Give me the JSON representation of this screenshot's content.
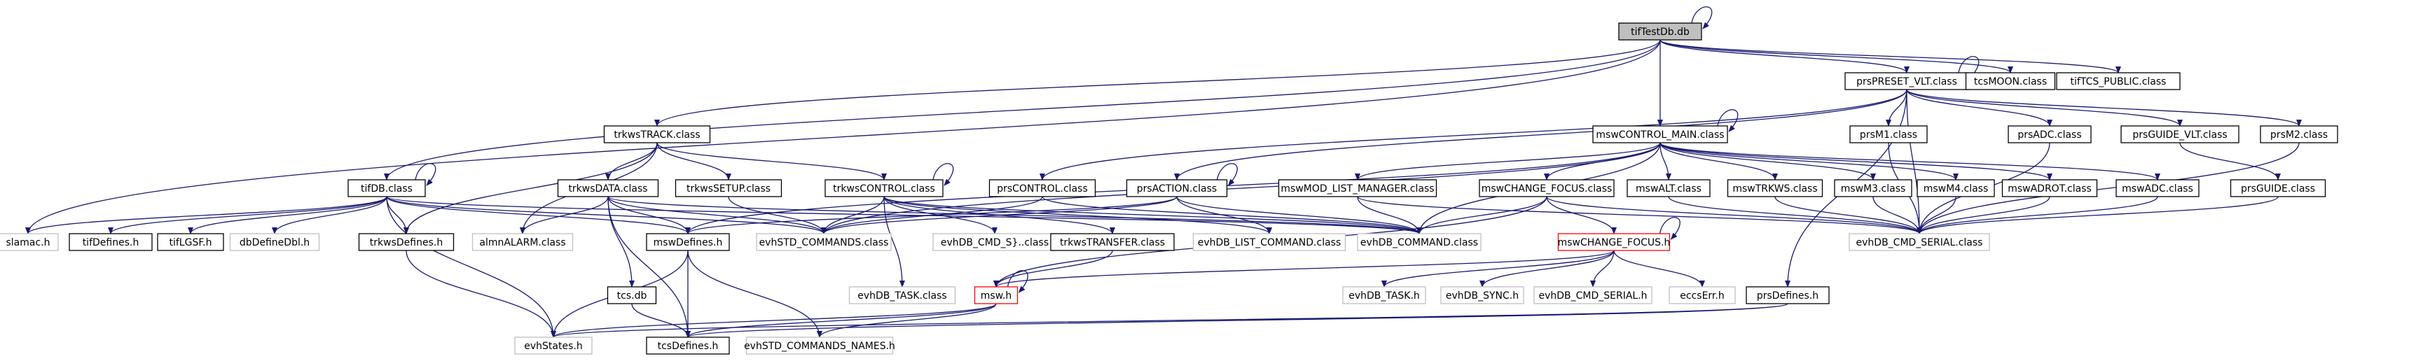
{
  "colors": {
    "edge": "#191970",
    "text": "#000000",
    "node_border": "#000000",
    "node_border_missing": "#bfbfbf",
    "node_border_red": "#ff0000",
    "highlight_fill": "#bfbfbf"
  },
  "nodes": [
    {
      "id": "tifTestDb",
      "label": "tifTestDb.db",
      "style": "highlight"
    },
    {
      "id": "prsPRESET",
      "label": "prsPRESET_VLT.class",
      "style": "normal"
    },
    {
      "id": "tcsMOON",
      "label": "tcsMOON.class",
      "style": "normal"
    },
    {
      "id": "tifTCS_PUBLIC",
      "label": "tifTCS_PUBLIC.class",
      "style": "normal"
    },
    {
      "id": "trkwsTRACK",
      "label": "trkwsTRACK.class",
      "style": "normal"
    },
    {
      "id": "mswCONTROL",
      "label": "mswCONTROL_MAIN.class",
      "style": "normal"
    },
    {
      "id": "prsM1",
      "label": "prsM1.class",
      "style": "normal"
    },
    {
      "id": "prsADC",
      "label": "prsADC.class",
      "style": "normal"
    },
    {
      "id": "prsGUIDE_VLT",
      "label": "prsGUIDE_VLT.class",
      "style": "normal"
    },
    {
      "id": "prsM2",
      "label": "prsM2.class",
      "style": "normal"
    },
    {
      "id": "tifDB",
      "label": "tifDB.class",
      "style": "normal"
    },
    {
      "id": "trkwsDATA",
      "label": "trkwsDATA.class",
      "style": "normal"
    },
    {
      "id": "trkwsSETUP",
      "label": "trkwsSETUP.class",
      "style": "normal"
    },
    {
      "id": "trkwsCONTROL",
      "label": "trkwsCONTROL.class",
      "style": "normal"
    },
    {
      "id": "prsCONTROL",
      "label": "prsCONTROL.class",
      "style": "normal"
    },
    {
      "id": "prsACTION",
      "label": "prsACTION.class",
      "style": "normal"
    },
    {
      "id": "mswMOD_LIST",
      "label": "mswMOD_LIST_MANAGER.class",
      "style": "normal"
    },
    {
      "id": "mswCHANGE_class",
      "label": "mswCHANGE_FOCUS.class",
      "style": "normal"
    },
    {
      "id": "mswALT",
      "label": "mswALT.class",
      "style": "normal"
    },
    {
      "id": "mswTRKWS",
      "label": "mswTRKWS.class",
      "style": "normal"
    },
    {
      "id": "mswM3",
      "label": "mswM3.class",
      "style": "normal"
    },
    {
      "id": "mswM4",
      "label": "mswM4.class",
      "style": "normal"
    },
    {
      "id": "mswADROT",
      "label": "mswADROT.class",
      "style": "normal"
    },
    {
      "id": "mswADC",
      "label": "mswADC.class",
      "style": "normal"
    },
    {
      "id": "prsGUIDE",
      "label": "prsGUIDE.class",
      "style": "normal"
    },
    {
      "id": "slamac",
      "label": "slamac.h",
      "style": "missing"
    },
    {
      "id": "tifDefines",
      "label": "tifDefines.h",
      "style": "normal"
    },
    {
      "id": "tifLGSF",
      "label": "tifLGSF.h",
      "style": "normal"
    },
    {
      "id": "dbDefineDbl",
      "label": "dbDefineDbl.h",
      "style": "missing"
    },
    {
      "id": "trkwsDefines",
      "label": "trkwsDefines.h",
      "style": "normal"
    },
    {
      "id": "almnALARM",
      "label": "almnALARM.class",
      "style": "missing"
    },
    {
      "id": "mswDefines",
      "label": "mswDefines.h",
      "style": "normal"
    },
    {
      "id": "evhSTD_COMMANDS",
      "label": "evhSTD_COMMANDS.class",
      "style": "missing"
    },
    {
      "id": "evhDB_CMD_S",
      "label": "evhDB_CMD_S}..class",
      "style": "missing"
    },
    {
      "id": "trkwsTRANSFER",
      "label": "trkwsTRANSFER.class",
      "style": "normal"
    },
    {
      "id": "evhDB_LIST",
      "label": "evhDB_LIST_COMMAND.class",
      "style": "missing"
    },
    {
      "id": "evhDB_COMMAND",
      "label": "evhDB_COMMAND.class",
      "style": "missing"
    },
    {
      "id": "mswCHANGE_h",
      "label": "mswCHANGE_FOCUS.h",
      "style": "red"
    },
    {
      "id": "evhDB_CMD_SERIAL_class",
      "label": "evhDB_CMD_SERIAL.class",
      "style": "missing"
    },
    {
      "id": "tcsdb",
      "label": "tcs.db",
      "style": "normal"
    },
    {
      "id": "evhDB_TASK_class",
      "label": "evhDB_TASK.class",
      "style": "missing"
    },
    {
      "id": "mswh",
      "label": "msw.h",
      "style": "red"
    },
    {
      "id": "evhDB_TASK_h",
      "label": "evhDB_TASK.h",
      "style": "missing"
    },
    {
      "id": "evhDB_SYNC",
      "label": "evhDB_SYNC.h",
      "style": "missing"
    },
    {
      "id": "evhDB_CMD_SERIAL_h",
      "label": "evhDB_CMD_SERIAL.h",
      "style": "missing"
    },
    {
      "id": "eccsErr",
      "label": "eccsErr.h",
      "style": "missing"
    },
    {
      "id": "prsDefines",
      "label": "prsDefines.h",
      "style": "normal"
    },
    {
      "id": "evhStates",
      "label": "evhStates.h",
      "style": "missing"
    },
    {
      "id": "tcsDefines",
      "label": "tcsDefines.h",
      "style": "normal"
    },
    {
      "id": "evhSTD_NAMES",
      "label": "evhSTD_COMMANDS_NAMES.h",
      "style": "missing"
    }
  ],
  "edges": [
    [
      "tifTestDb",
      "tifTestDb"
    ],
    [
      "tifTestDb",
      "prsPRESET"
    ],
    [
      "tifTestDb",
      "tcsMOON"
    ],
    [
      "tifTestDb",
      "tifTCS_PUBLIC"
    ],
    [
      "tifTestDb",
      "trkwsTRACK"
    ],
    [
      "tifTestDb",
      "mswCONTROL"
    ],
    [
      "tifTestDb",
      "tifDB"
    ],
    [
      "tifTestDb",
      "slamac"
    ],
    [
      "prsPRESET",
      "prsPRESET"
    ],
    [
      "prsPRESET",
      "prsM1"
    ],
    [
      "prsPRESET",
      "prsADC"
    ],
    [
      "prsPRESET",
      "prsGUIDE_VLT"
    ],
    [
      "prsPRESET",
      "prsM2"
    ],
    [
      "prsPRESET",
      "prsCONTROL"
    ],
    [
      "prsPRESET",
      "prsACTION"
    ],
    [
      "prsPRESET",
      "prsDefines"
    ],
    [
      "prsPRESET",
      "evhDB_CMD_SERIAL_class"
    ],
    [
      "prsM1",
      "evhDB_CMD_SERIAL_class"
    ],
    [
      "prsADC",
      "evhDB_CMD_SERIAL_class"
    ],
    [
      "prsM2",
      "evhDB_CMD_SERIAL_class"
    ],
    [
      "prsGUIDE_VLT",
      "prsGUIDE"
    ],
    [
      "prsGUIDE",
      "evhDB_CMD_SERIAL_class"
    ],
    [
      "trkwsTRACK",
      "trkwsDATA"
    ],
    [
      "trkwsTRACK",
      "trkwsSETUP"
    ],
    [
      "trkwsTRACK",
      "trkwsCONTROL"
    ],
    [
      "trkwsTRACK",
      "trkwsDefines"
    ],
    [
      "trkwsTRACK",
      "almnALARM"
    ],
    [
      "trkwsDATA",
      "almnALARM"
    ],
    [
      "trkwsDATA",
      "mswDefines"
    ],
    [
      "trkwsDATA",
      "evhSTD_COMMANDS"
    ],
    [
      "trkwsDATA",
      "tcsdb"
    ],
    [
      "trkwsDATA",
      "tcsDefines"
    ],
    [
      "trkwsDATA",
      "evhDB_COMMAND"
    ],
    [
      "trkwsSETUP",
      "evhSTD_COMMANDS"
    ],
    [
      "trkwsCONTROL",
      "trkwsCONTROL"
    ],
    [
      "trkwsCONTROL",
      "evhSTD_COMMANDS"
    ],
    [
      "trkwsCONTROL",
      "evhDB_CMD_S"
    ],
    [
      "trkwsCONTROL",
      "trkwsTRANSFER"
    ],
    [
      "trkwsCONTROL",
      "evhDB_LIST"
    ],
    [
      "trkwsCONTROL",
      "evhDB_COMMAND"
    ],
    [
      "trkwsCONTROL",
      "evhDB_TASK_class"
    ],
    [
      "trkwsTRANSFER",
      "mswh"
    ],
    [
      "mswCONTROL",
      "mswCONTROL"
    ],
    [
      "mswCONTROL",
      "mswMOD_LIST"
    ],
    [
      "mswCONTROL",
      "mswCHANGE_class"
    ],
    [
      "mswCONTROL",
      "mswALT"
    ],
    [
      "mswCONTROL",
      "mswTRKWS"
    ],
    [
      "mswCONTROL",
      "mswM3"
    ],
    [
      "mswCONTROL",
      "mswM4"
    ],
    [
      "mswCONTROL",
      "mswADROT"
    ],
    [
      "mswCONTROL",
      "mswADC"
    ],
    [
      "mswCONTROL",
      "mswDefines"
    ],
    [
      "mswCONTROL",
      "evhSTD_COMMANDS"
    ],
    [
      "mswCONTROL",
      "evhDB_COMMAND"
    ],
    [
      "mswMOD_LIST",
      "evhDB_COMMAND"
    ],
    [
      "mswMOD_LIST",
      "evhDB_CMD_SERIAL_class"
    ],
    [
      "mswCHANGE_class",
      "mswCHANGE_h"
    ],
    [
      "mswCHANGE_class",
      "evhDB_COMMAND"
    ],
    [
      "mswCHANGE_class",
      "evhDB_CMD_SERIAL_class"
    ],
    [
      "mswCHANGE_class",
      "mswh"
    ],
    [
      "mswALT",
      "evhDB_CMD_SERIAL_class"
    ],
    [
      "mswTRKWS",
      "evhDB_CMD_SERIAL_class"
    ],
    [
      "mswM3",
      "evhDB_CMD_SERIAL_class"
    ],
    [
      "mswM4",
      "evhDB_CMD_SERIAL_class"
    ],
    [
      "mswADROT",
      "evhDB_CMD_SERIAL_class"
    ],
    [
      "mswADC",
      "evhDB_CMD_SERIAL_class"
    ],
    [
      "mswCHANGE_h",
      "mswCHANGE_h"
    ],
    [
      "mswCHANGE_h",
      "mswh"
    ],
    [
      "mswCHANGE_h",
      "evhDB_TASK_h"
    ],
    [
      "mswCHANGE_h",
      "evhDB_SYNC"
    ],
    [
      "mswCHANGE_h",
      "evhDB_CMD_SERIAL_h"
    ],
    [
      "mswCHANGE_h",
      "eccsErr"
    ],
    [
      "prsCONTROL",
      "evhSTD_COMMANDS"
    ],
    [
      "prsCONTROL",
      "evhDB_COMMAND"
    ],
    [
      "prsACTION",
      "prsACTION"
    ],
    [
      "prsACTION",
      "evhSTD_COMMANDS"
    ],
    [
      "prsACTION",
      "evhDB_LIST"
    ],
    [
      "prsACTION",
      "evhDB_COMMAND"
    ],
    [
      "prsACTION",
      "mswDefines"
    ],
    [
      "tifDB",
      "tifDB"
    ],
    [
      "tifDB",
      "slamac"
    ],
    [
      "tifDB",
      "tifDefines"
    ],
    [
      "tifDB",
      "tifLGSF"
    ],
    [
      "tifDB",
      "dbDefineDbl"
    ],
    [
      "tifDB",
      "trkwsDefines"
    ],
    [
      "tifDB",
      "mswDefines"
    ],
    [
      "tifDB",
      "evhSTD_COMMANDS"
    ],
    [
      "tifDB",
      "evhDB_COMMAND"
    ],
    [
      "tifDB",
      "evhStates"
    ],
    [
      "trkwsDefines",
      "evhStates"
    ],
    [
      "mswDefines",
      "evhStates"
    ],
    [
      "mswDefines",
      "tcsDefines"
    ],
    [
      "mswDefines",
      "evhSTD_NAMES"
    ],
    [
      "tcsdb",
      "tcsDefines"
    ],
    [
      "mswh",
      "mswh"
    ],
    [
      "mswh",
      "evhStates"
    ],
    [
      "mswh",
      "tcsDefines"
    ],
    [
      "mswh",
      "evhSTD_NAMES"
    ],
    [
      "prsDefines",
      "evhStates"
    ],
    [
      "prsDefines",
      "tcsDefines"
    ]
  ]
}
